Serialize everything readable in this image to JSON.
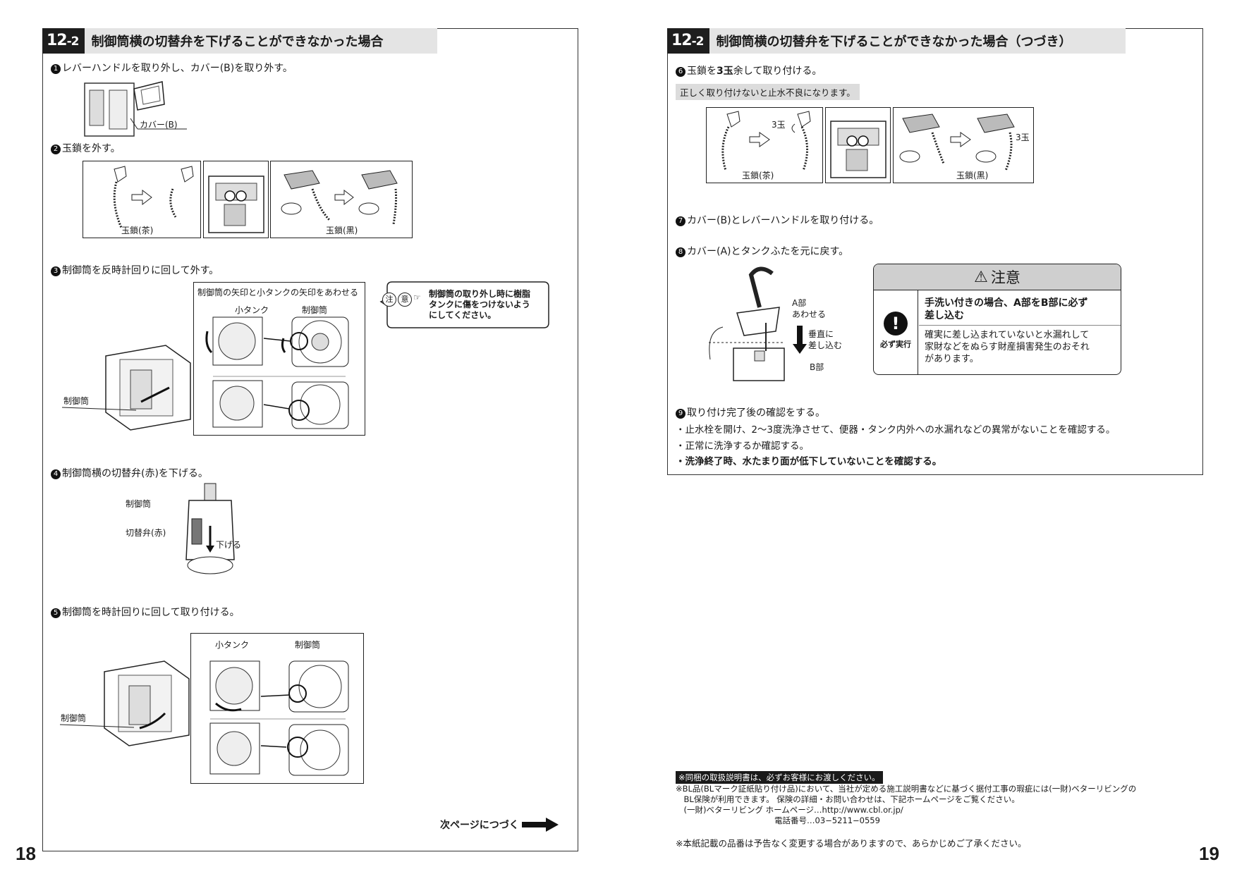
{
  "left": {
    "section_num": "12",
    "section_sub": "-2",
    "section_title": "制御筒横の切替弁を下げることができなかった場合",
    "step1": {
      "num": "1",
      "text": "レバーハンドルを取り外し、カバー(B)を取り外す。",
      "label_cover": "カバー(B)"
    },
    "step2": {
      "num": "2",
      "text": "玉鎖を外す。",
      "label_brown": "玉鎖(茶)",
      "label_black": "玉鎖(黒)"
    },
    "step3": {
      "num": "3",
      "text": "制御筒を反時計回りに回して外す。",
      "panel_title": "制御筒の矢印と小タンクの矢印をあわせる",
      "label_small_tank": "小タンク",
      "label_cylinder": "制御筒",
      "label_cylinder_side": "制御筒",
      "caution_badge_1": "注",
      "caution_badge_2": "意",
      "caution_lines": [
        "制御筒の取り外し時に樹脂",
        "タンクに傷をつけないよう",
        "にしてください。"
      ]
    },
    "step4": {
      "num": "4",
      "text": "制御筒横の切替弁(赤)を下げる。",
      "label_cylinder": "制御筒",
      "label_valve": "切替弁(赤)",
      "label_lower": "下げる"
    },
    "step5": {
      "num": "5",
      "text": "制御筒を時計回りに回して取り付ける。",
      "label_small_tank": "小タンク",
      "label_cylinder": "制御筒",
      "label_cylinder_side": "制御筒"
    },
    "continue_text": "次ページにつづく",
    "page_number": "18"
  },
  "right": {
    "section_num": "12",
    "section_sub": "-2",
    "section_title": "制御筒横の切替弁を下げることができなかった場合（つづき）",
    "step6": {
      "num": "6",
      "text_pre": "玉鎖を",
      "text_bold": "3玉",
      "text_post": "余して取り付ける。",
      "warning": "正しく取り付けないと止水不良になります。",
      "label_3ball_1": "3玉",
      "label_3ball_2": "3玉",
      "label_brown": "玉鎖(茶)",
      "label_black": "玉鎖(黒)"
    },
    "step7": {
      "num": "7",
      "text": "カバー(B)とレバーハンドルを取り付ける。"
    },
    "step8": {
      "num": "8",
      "text": "カバー(A)とタンクふたを元に戻す。",
      "label_a1": "A部",
      "label_a2": "あわせる",
      "label_v1": "垂直に",
      "label_v2": "差し込む",
      "label_b": "B部"
    },
    "caution": {
      "title": "注意",
      "must_do": "必ず実行",
      "head_lines": [
        "手洗い付きの場合、A部をB部に必ず",
        "差し込む"
      ],
      "body_lines": [
        "確実に差し込まれていないと水漏れして",
        "家財などをぬらす財産損害発生のおそれ",
        "があります。"
      ]
    },
    "step9": {
      "num": "9",
      "text": "取り付け完了後の確認をする。",
      "bullets": [
        "・止水栓を開け、2〜3度洗浄させて、便器・タンク内外への水漏れなどの異常がないことを確認する。",
        "・正常に洗浄するか確認する。"
      ],
      "bullet_bold": "・洗浄終了時、水たまり面が低下していないことを確認する。"
    },
    "footer": {
      "notice_box": "※同梱の取扱説明書は、必ずお客様にお渡しください。",
      "lines": [
        "※BL品(BLマーク証紙貼り付け品)において、当社が定める施工説明書などに基づく据付工事の瑕疵には(一財)ベターリビングの",
        "　BL保険が利用できます。 保険の詳細・お問い合わせは、下記ホームページをご覧ください。",
        "　(一財)ベターリビング ホームページ…http://www.cbl.or.jp/"
      ],
      "phone": "電話番号…03−5211−0559",
      "disclaimer": "※本紙記載の品番は予告なく変更する場合がありますので、あらかじめご了承ください。"
    },
    "page_number": "19"
  }
}
